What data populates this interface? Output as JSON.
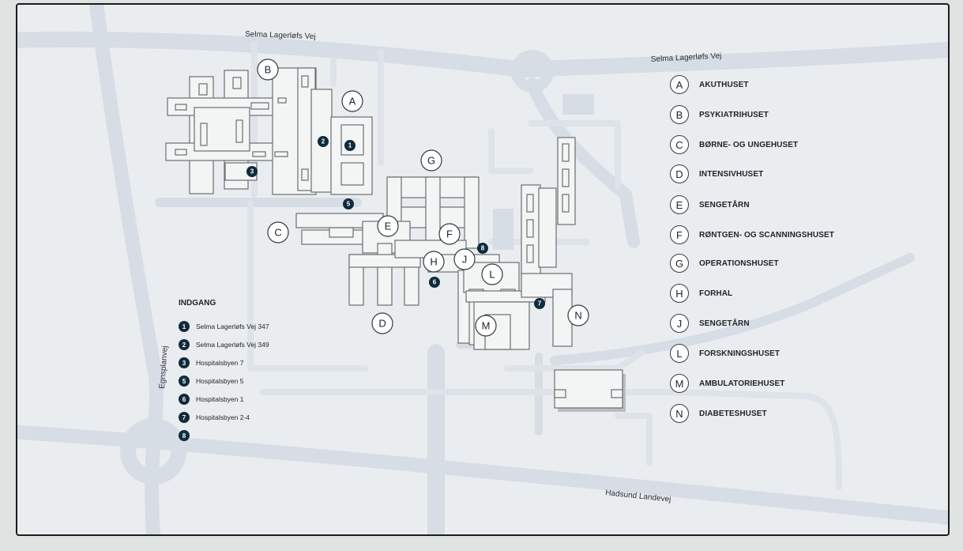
{
  "roads": {
    "selma_top": "Selma Lagerløfs Vej",
    "selma_right": "Selma Lagerløfs Vej",
    "egnsplanvej": "Egnsplanvej",
    "hadsund": "Hadsund Landevej"
  },
  "buildings": [
    {
      "letter": "A",
      "name": "AKUTHUSET"
    },
    {
      "letter": "B",
      "name": "PSYKIATRIHUSET"
    },
    {
      "letter": "C",
      "name": "BØRNE- OG UNGEHUSET"
    },
    {
      "letter": "D",
      "name": "INTENSIVHUSET"
    },
    {
      "letter": "E",
      "name": "SENGETÅRN"
    },
    {
      "letter": "F",
      "name": "RØNTGEN- OG SCANNINGSHUSET"
    },
    {
      "letter": "G",
      "name": "OPERATIONSHUSET"
    },
    {
      "letter": "H",
      "name": "FORHAL"
    },
    {
      "letter": "J",
      "name": "SENGETÅRN"
    },
    {
      "letter": "L",
      "name": "FORSKNINGSHUSET"
    },
    {
      "letter": "M",
      "name": "AMBULATORIEHUSET"
    },
    {
      "letter": "N",
      "name": "DIABETESHUSET"
    }
  ],
  "entrances": {
    "title": "INDGANG",
    "items": [
      {
        "num": "1",
        "label": "Selma Lagerløfs Vej 347"
      },
      {
        "num": "2",
        "label": "Selma Lagerløfs Vej 349"
      },
      {
        "num": "3",
        "label": "Hospitalsbyen 7"
      },
      {
        "num": "5",
        "label": "Hospitalsbyen 5"
      },
      {
        "num": "6",
        "label": "Hospitalsbyen 1"
      },
      {
        "num": "7",
        "label": "Hospitalsbyen 2-4"
      },
      {
        "num": "8",
        "label": ""
      }
    ]
  }
}
